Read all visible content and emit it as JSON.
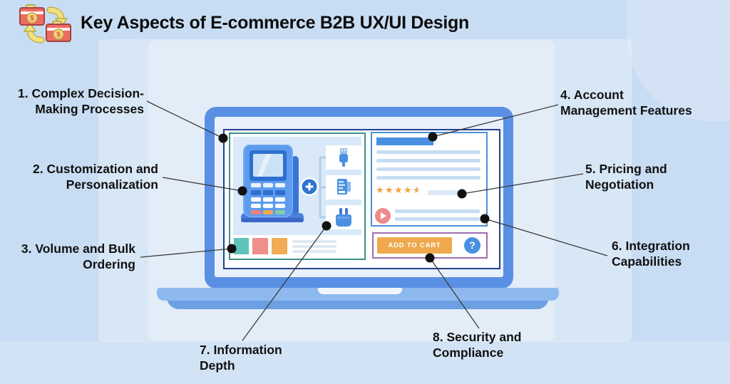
{
  "header": {
    "title": "Key Aspects of E-commerce B2B UX/UI Design",
    "icon": "briefcase-exchange-icon",
    "icon_currency_symbol": "$"
  },
  "labels": [
    {
      "line1": "1. Complex Decision-",
      "line2": "Making Processes"
    },
    {
      "line1": "2. Customization and",
      "line2": "Personalization"
    },
    {
      "line1": "3. Volume and Bulk",
      "line2": "Ordering"
    },
    {
      "line1": "4. Account",
      "line2": "Management Features"
    },
    {
      "line1": "5. Pricing and",
      "line2": "Negotiation"
    },
    {
      "line1": "6. Integration",
      "line2": "Capabilities"
    },
    {
      "line1": "7. Information",
      "line2": "Depth"
    },
    {
      "line1": "8. Security and",
      "line2": "Compliance"
    }
  ],
  "laptop_screen": {
    "product_panel": {
      "illustrations": [
        "payment-terminal-icon",
        "plus-icon",
        "usb-plug-icon",
        "card-reader-icon",
        "power-plug-icon"
      ],
      "swatch_colors": [
        "#5ec3bb",
        "#ef8e8b",
        "#f0ad55"
      ]
    },
    "detail_panel": {
      "rating": 4.5,
      "rating_max": 5,
      "star_glyph": "★",
      "play_icon": "play-icon"
    },
    "cart": {
      "button_label": "ADD TO CART",
      "help_symbol": "?"
    }
  },
  "colors": {
    "background": "#c8ddf3",
    "laptop_frame": "#5a90e4",
    "accent_blue": "#4a90e2",
    "panel_left_border": "#3d9186",
    "panel_right_border": "#4a90d9",
    "cart_border": "#a06cb4",
    "cart_button": "#efa94c",
    "star_orange": "#f0a640",
    "play_pink": "#ec8b8b",
    "connector": "#3a3a3a"
  }
}
